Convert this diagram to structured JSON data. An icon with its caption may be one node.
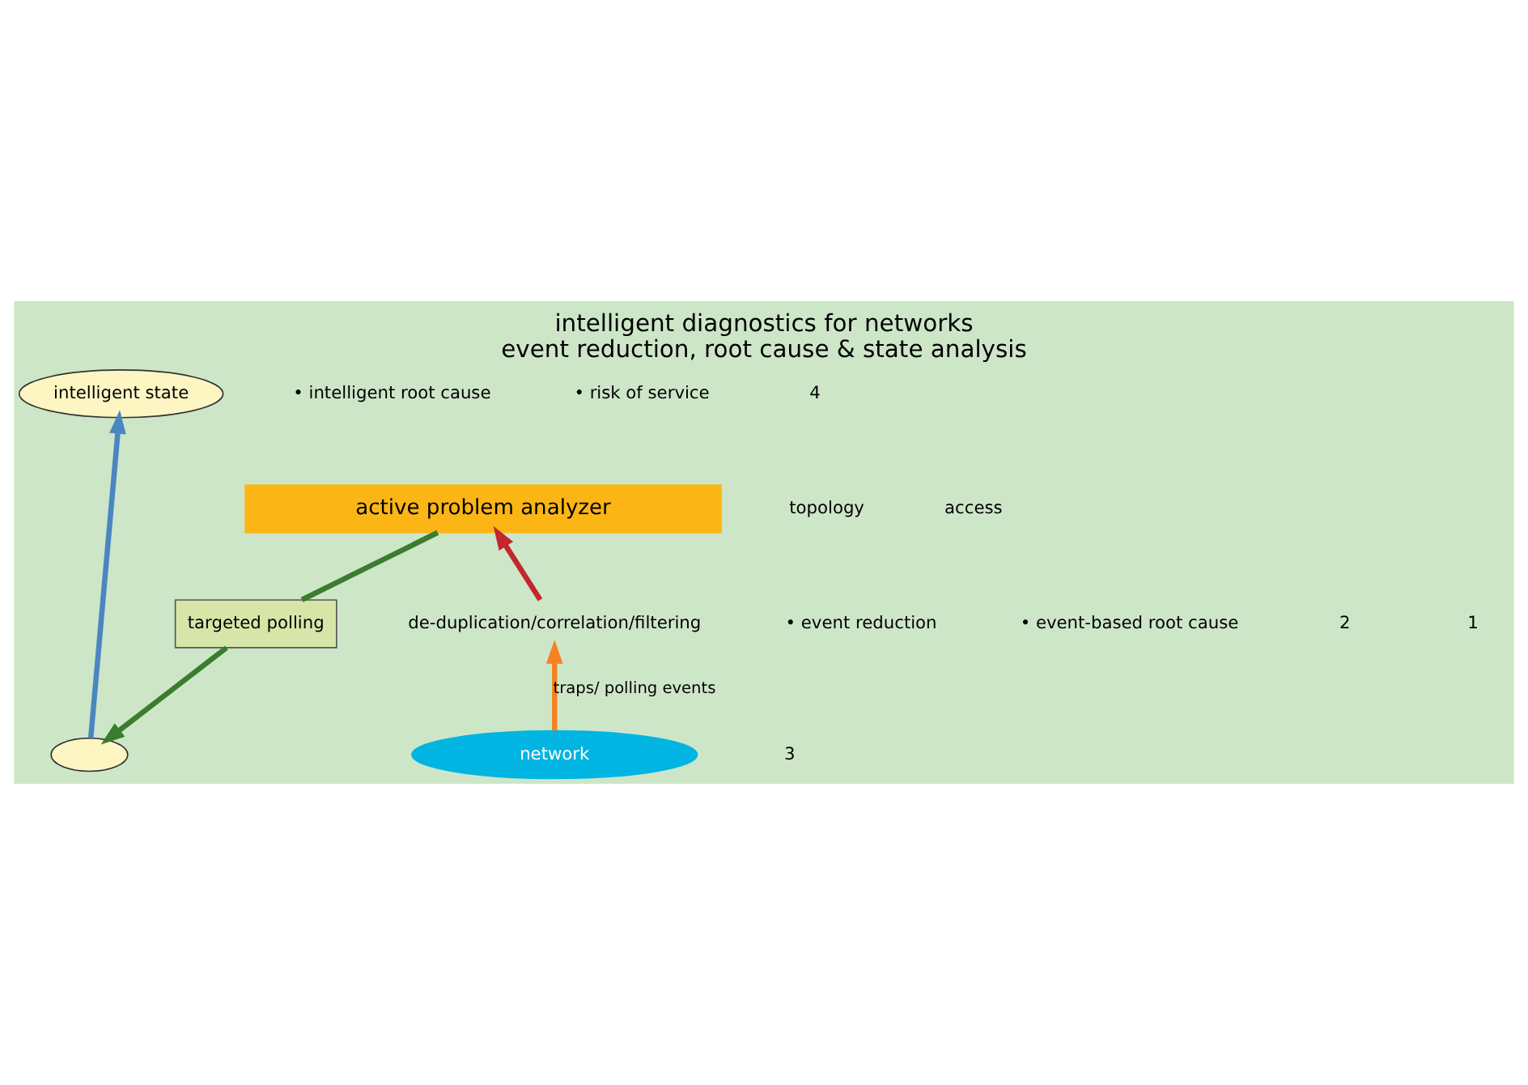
{
  "diagram": {
    "title": "intelligent diagnostics for networks",
    "caption": "event reduction, root cause & state analysis",
    "nodes": [
      {
        "text": [
          "active problem analyzer"
        ]
      },
      {
        "text": [
          "intelligent state"
        ]
      },
      {
        "text": [
          "de-duplication/correlation/filtering"
        ]
      },
      {
        "text": [
          "network"
        ]
      },
      {
        "text": [],
        "shape": "ellipse"
      },
      {
        "text": [
          "targeted polling"
        ]
      }
    ],
    "edges": [
      {
        "from": 3,
        "to": 2,
        "arrow": "to",
        "label": "traps/ polling events",
        "color": "#f58220"
      },
      {
        "from": 2,
        "to": 0,
        "arrow": "to",
        "color": "#c1272d"
      },
      {
        "from": 4,
        "to": 1,
        "arrow": "to",
        "color": "#4a86c0"
      },
      {
        "from": 0,
        "to": 5,
        "arrow": "none",
        "color": "#3a7d2c"
      },
      {
        "from": 5,
        "to": 4,
        "arrow": "to",
        "color": "#3a7d2c"
      }
    ],
    "labels": [
      "• intelligent root cause",
      "• risk of service",
      "4",
      "• event reduction",
      "• event-based root cause",
      "2",
      "topology",
      "access",
      "1",
      "3"
    ]
  }
}
